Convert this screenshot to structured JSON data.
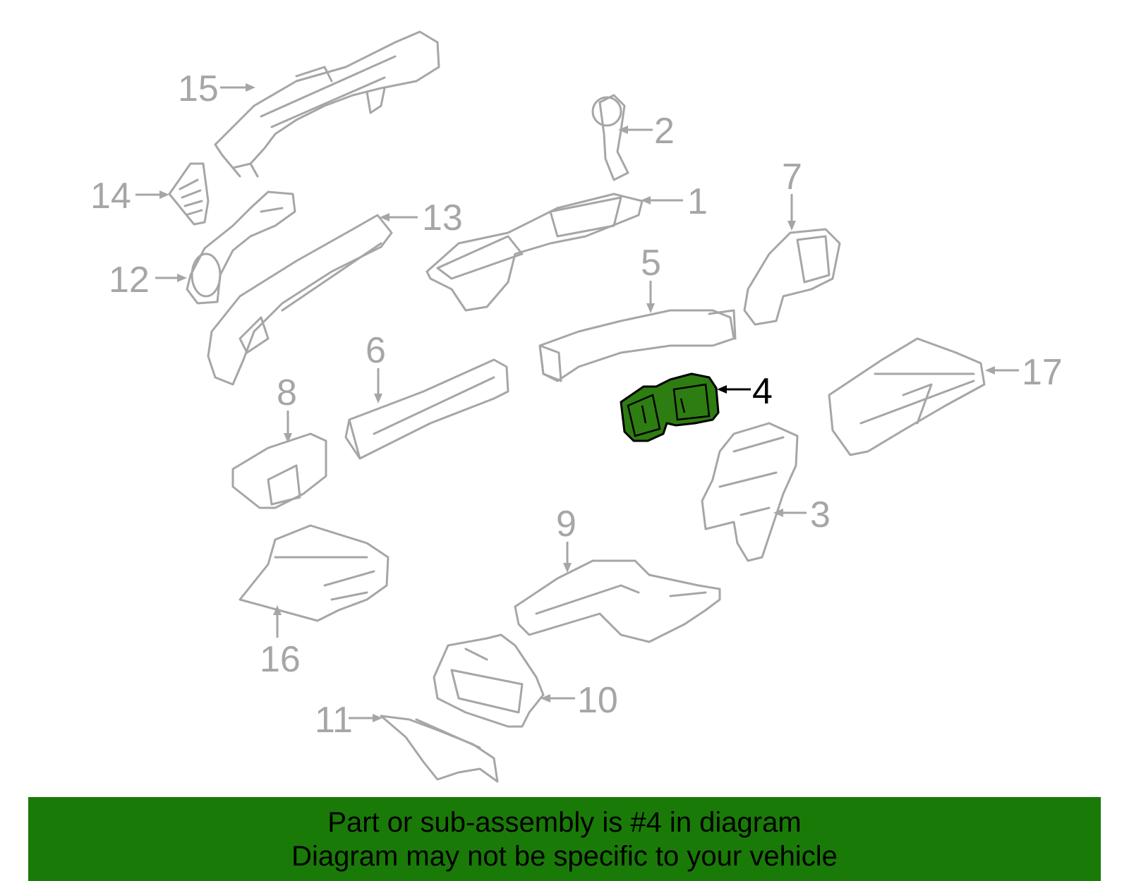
{
  "diagram": {
    "highlight_color": "#2e7d12",
    "part_stroke_color": "#a6a6a6",
    "callouts": [
      {
        "id": "1",
        "label": "1"
      },
      {
        "id": "2",
        "label": "2"
      },
      {
        "id": "3",
        "label": "3"
      },
      {
        "id": "4",
        "label": "4",
        "highlighted": true
      },
      {
        "id": "5",
        "label": "5"
      },
      {
        "id": "6",
        "label": "6"
      },
      {
        "id": "7",
        "label": "7"
      },
      {
        "id": "8",
        "label": "8"
      },
      {
        "id": "9",
        "label": "9"
      },
      {
        "id": "10",
        "label": "10"
      },
      {
        "id": "11",
        "label": "11"
      },
      {
        "id": "12",
        "label": "12"
      },
      {
        "id": "13",
        "label": "13"
      },
      {
        "id": "14",
        "label": "14"
      },
      {
        "id": "15",
        "label": "15"
      },
      {
        "id": "16",
        "label": "16"
      },
      {
        "id": "17",
        "label": "17"
      }
    ]
  },
  "banner": {
    "background": "#1a7a08",
    "line1": "Part or sub-assembly is #4 in diagram",
    "line2": "Diagram may not be specific to your vehicle"
  }
}
